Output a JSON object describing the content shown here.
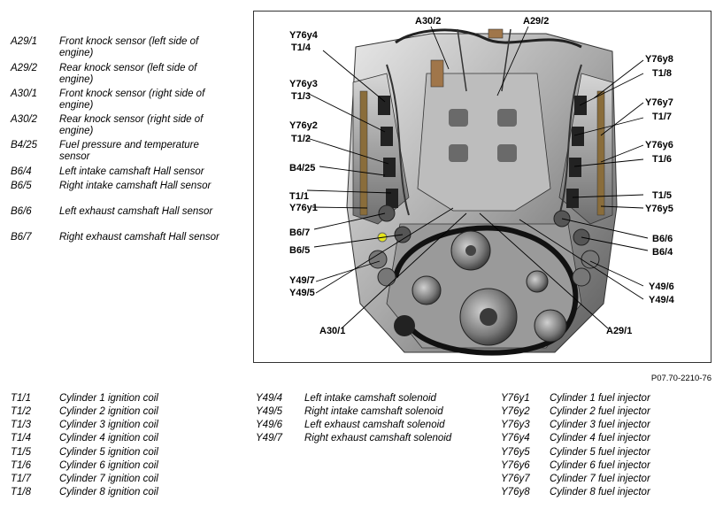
{
  "top_legend": [
    {
      "code": "A29/1",
      "desc": "Front knock sensor (left side of engine)"
    },
    {
      "code": "A29/2",
      "desc": "Rear knock sensor (left side of engine)"
    },
    {
      "code": "A30/1",
      "desc": "Front knock sensor (right side of engine)"
    },
    {
      "code": "A30/2",
      "desc": "Rear knock sensor (right side of engine)"
    },
    {
      "code": "B4/25",
      "desc": "Fuel pressure and temperature sensor"
    },
    {
      "code": "B6/4",
      "desc": "Left intake camshaft Hall sensor"
    },
    {
      "code": "B6/5",
      "desc": "Right intake camshaft Hall sensor"
    },
    {
      "code": "B6/6",
      "desc": "Left exhaust camshaft Hall sensor"
    },
    {
      "code": "B6/7",
      "desc": "Right exhaust camshaft Hall sensor"
    }
  ],
  "ignition_coils": [
    {
      "code": "T1/1",
      "desc": "Cylinder 1 ignition coil"
    },
    {
      "code": "T1/2",
      "desc": "Cylinder 2 ignition coil"
    },
    {
      "code": "T1/3",
      "desc": "Cylinder 3 ignition coil"
    },
    {
      "code": "T1/4",
      "desc": "Cylinder 4 ignition coil"
    },
    {
      "code": "T1/5",
      "desc": "Cylinder 5 ignition coil"
    },
    {
      "code": "T1/6",
      "desc": "Cylinder 6 ignition coil"
    },
    {
      "code": "T1/7",
      "desc": "Cylinder 7 ignition coil"
    },
    {
      "code": "T1/8",
      "desc": "Cylinder 8 ignition coil"
    }
  ],
  "solenoids": [
    {
      "code": "Y49/4",
      "desc": "Left intake camshaft solenoid"
    },
    {
      "code": "Y49/5",
      "desc": "Right intake camshaft solenoid"
    },
    {
      "code": "Y49/6",
      "desc": "Left exhaust camshaft solenoid"
    },
    {
      "code": "Y49/7",
      "desc": "Right exhaust camshaft solenoid"
    }
  ],
  "injectors": [
    {
      "code": "Y76y1",
      "desc": "Cylinder 1 fuel injector"
    },
    {
      "code": "Y76y2",
      "desc": "Cylinder 2 fuel injector"
    },
    {
      "code": "Y76y3",
      "desc": "Cylinder 3 fuel injector"
    },
    {
      "code": "Y76y4",
      "desc": "Cylinder 4 fuel injector"
    },
    {
      "code": "Y76y5",
      "desc": "Cylinder 5 fuel injector"
    },
    {
      "code": "Y76y6",
      "desc": "Cylinder 6 fuel injector"
    },
    {
      "code": "Y76y7",
      "desc": "Cylinder 7 fuel injector"
    },
    {
      "code": "Y76y8",
      "desc": "Cylinder 8 fuel injector"
    }
  ],
  "figure": {
    "reference": "P07.70-2210-76",
    "callouts": {
      "y76y4": "Y76y4",
      "t1_4": "T1/4",
      "y76y3": "Y76y3",
      "t1_3": "T1/3",
      "y76y2": "Y76y2",
      "t1_2": "T1/2",
      "b4_25": "B4/25",
      "t1_1": "T1/1",
      "y76y1": "Y76y1",
      "b6_7": "B6/7",
      "b6_5": "B6/5",
      "y49_7": "Y49/7",
      "y49_5": "Y49/5",
      "a30_1": "A30/1",
      "a30_2": "A30/2",
      "a29_2": "A29/2",
      "y76y8": "Y76y8",
      "t1_8": "T1/8",
      "y76y7": "Y76y7",
      "t1_7": "T1/7",
      "y76y6": "Y76y6",
      "t1_6": "T1/6",
      "t1_5": "T1/5",
      "y76y5": "Y76y5",
      "b6_6": "B6/6",
      "b6_4": "B6/4",
      "y49_6": "Y49/6",
      "y49_4": "Y49/4",
      "a29_1": "A29/1"
    }
  }
}
